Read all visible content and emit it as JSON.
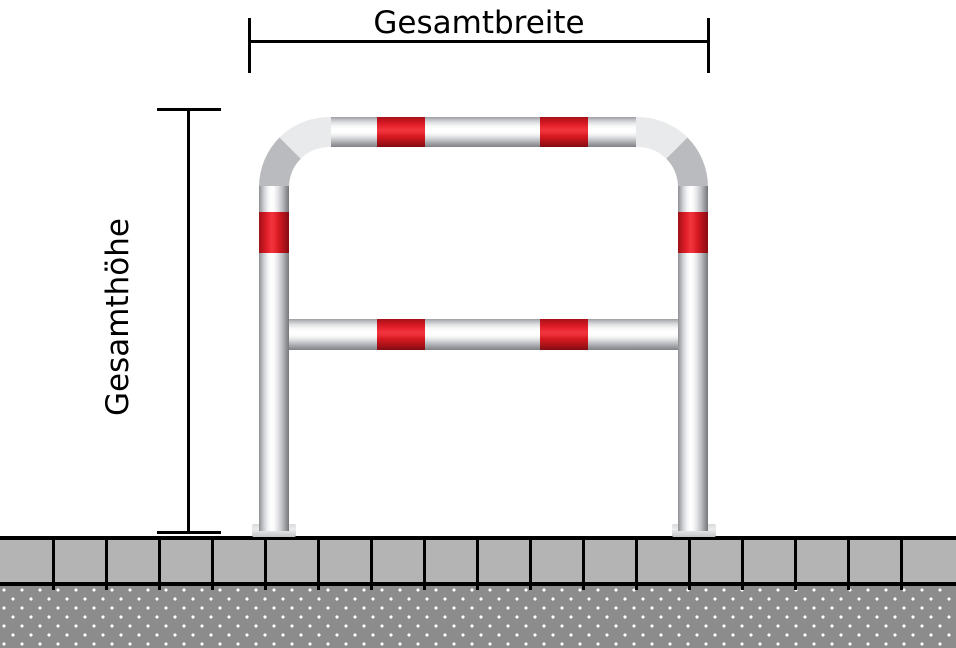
{
  "drawing": {
    "title": "Absperrbuegel technische Zeichnung",
    "dimensions": {
      "width_label": "Gesamtbreite",
      "height_label": "Gesamthöhe"
    },
    "colors": {
      "reflective_band": "#e8242e",
      "tube_metal": "#ffffff",
      "tube_shade": "#8e9094",
      "paver_fill": "#b4b4b4",
      "substrate_fill": "#8c8c8c",
      "line": "#000000"
    },
    "product": {
      "type": "Absperrbügel",
      "post_count": 2,
      "crossbar_count": 1,
      "reflective_band_count": 6,
      "corner_style": "gebogen"
    },
    "ground": {
      "paver_count": 18,
      "layers": [
        "Pflastersteine",
        "Unterbau"
      ]
    }
  }
}
